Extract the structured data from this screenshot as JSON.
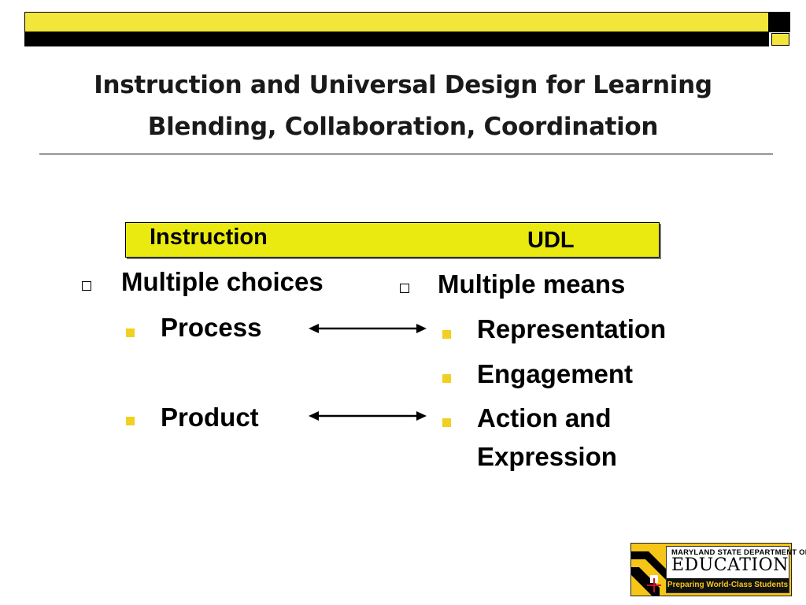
{
  "slide": {
    "title_line1": "Instruction and Universal Design for Learning",
    "title_line2": "Blending, Collaboration, Coordination"
  },
  "columns": {
    "left_header": "Instruction",
    "right_header": "UDL"
  },
  "left_list": {
    "heading": "Multiple choices",
    "items": [
      "Process",
      "Product"
    ]
  },
  "right_list": {
    "heading": "Multiple means",
    "items": [
      "Representation",
      "Engagement",
      "Action and",
      "Expression"
    ]
  },
  "logo": {
    "line1": "MARYLAND STATE DEPARTMENT OF",
    "line2": "EDUCATION",
    "line3": "Preparing World-Class Students"
  },
  "colors": {
    "accent_yellow": "#f2e63a",
    "header_yellow": "#eaea11",
    "bullet_yellow": "#f0d020",
    "black": "#000000"
  }
}
